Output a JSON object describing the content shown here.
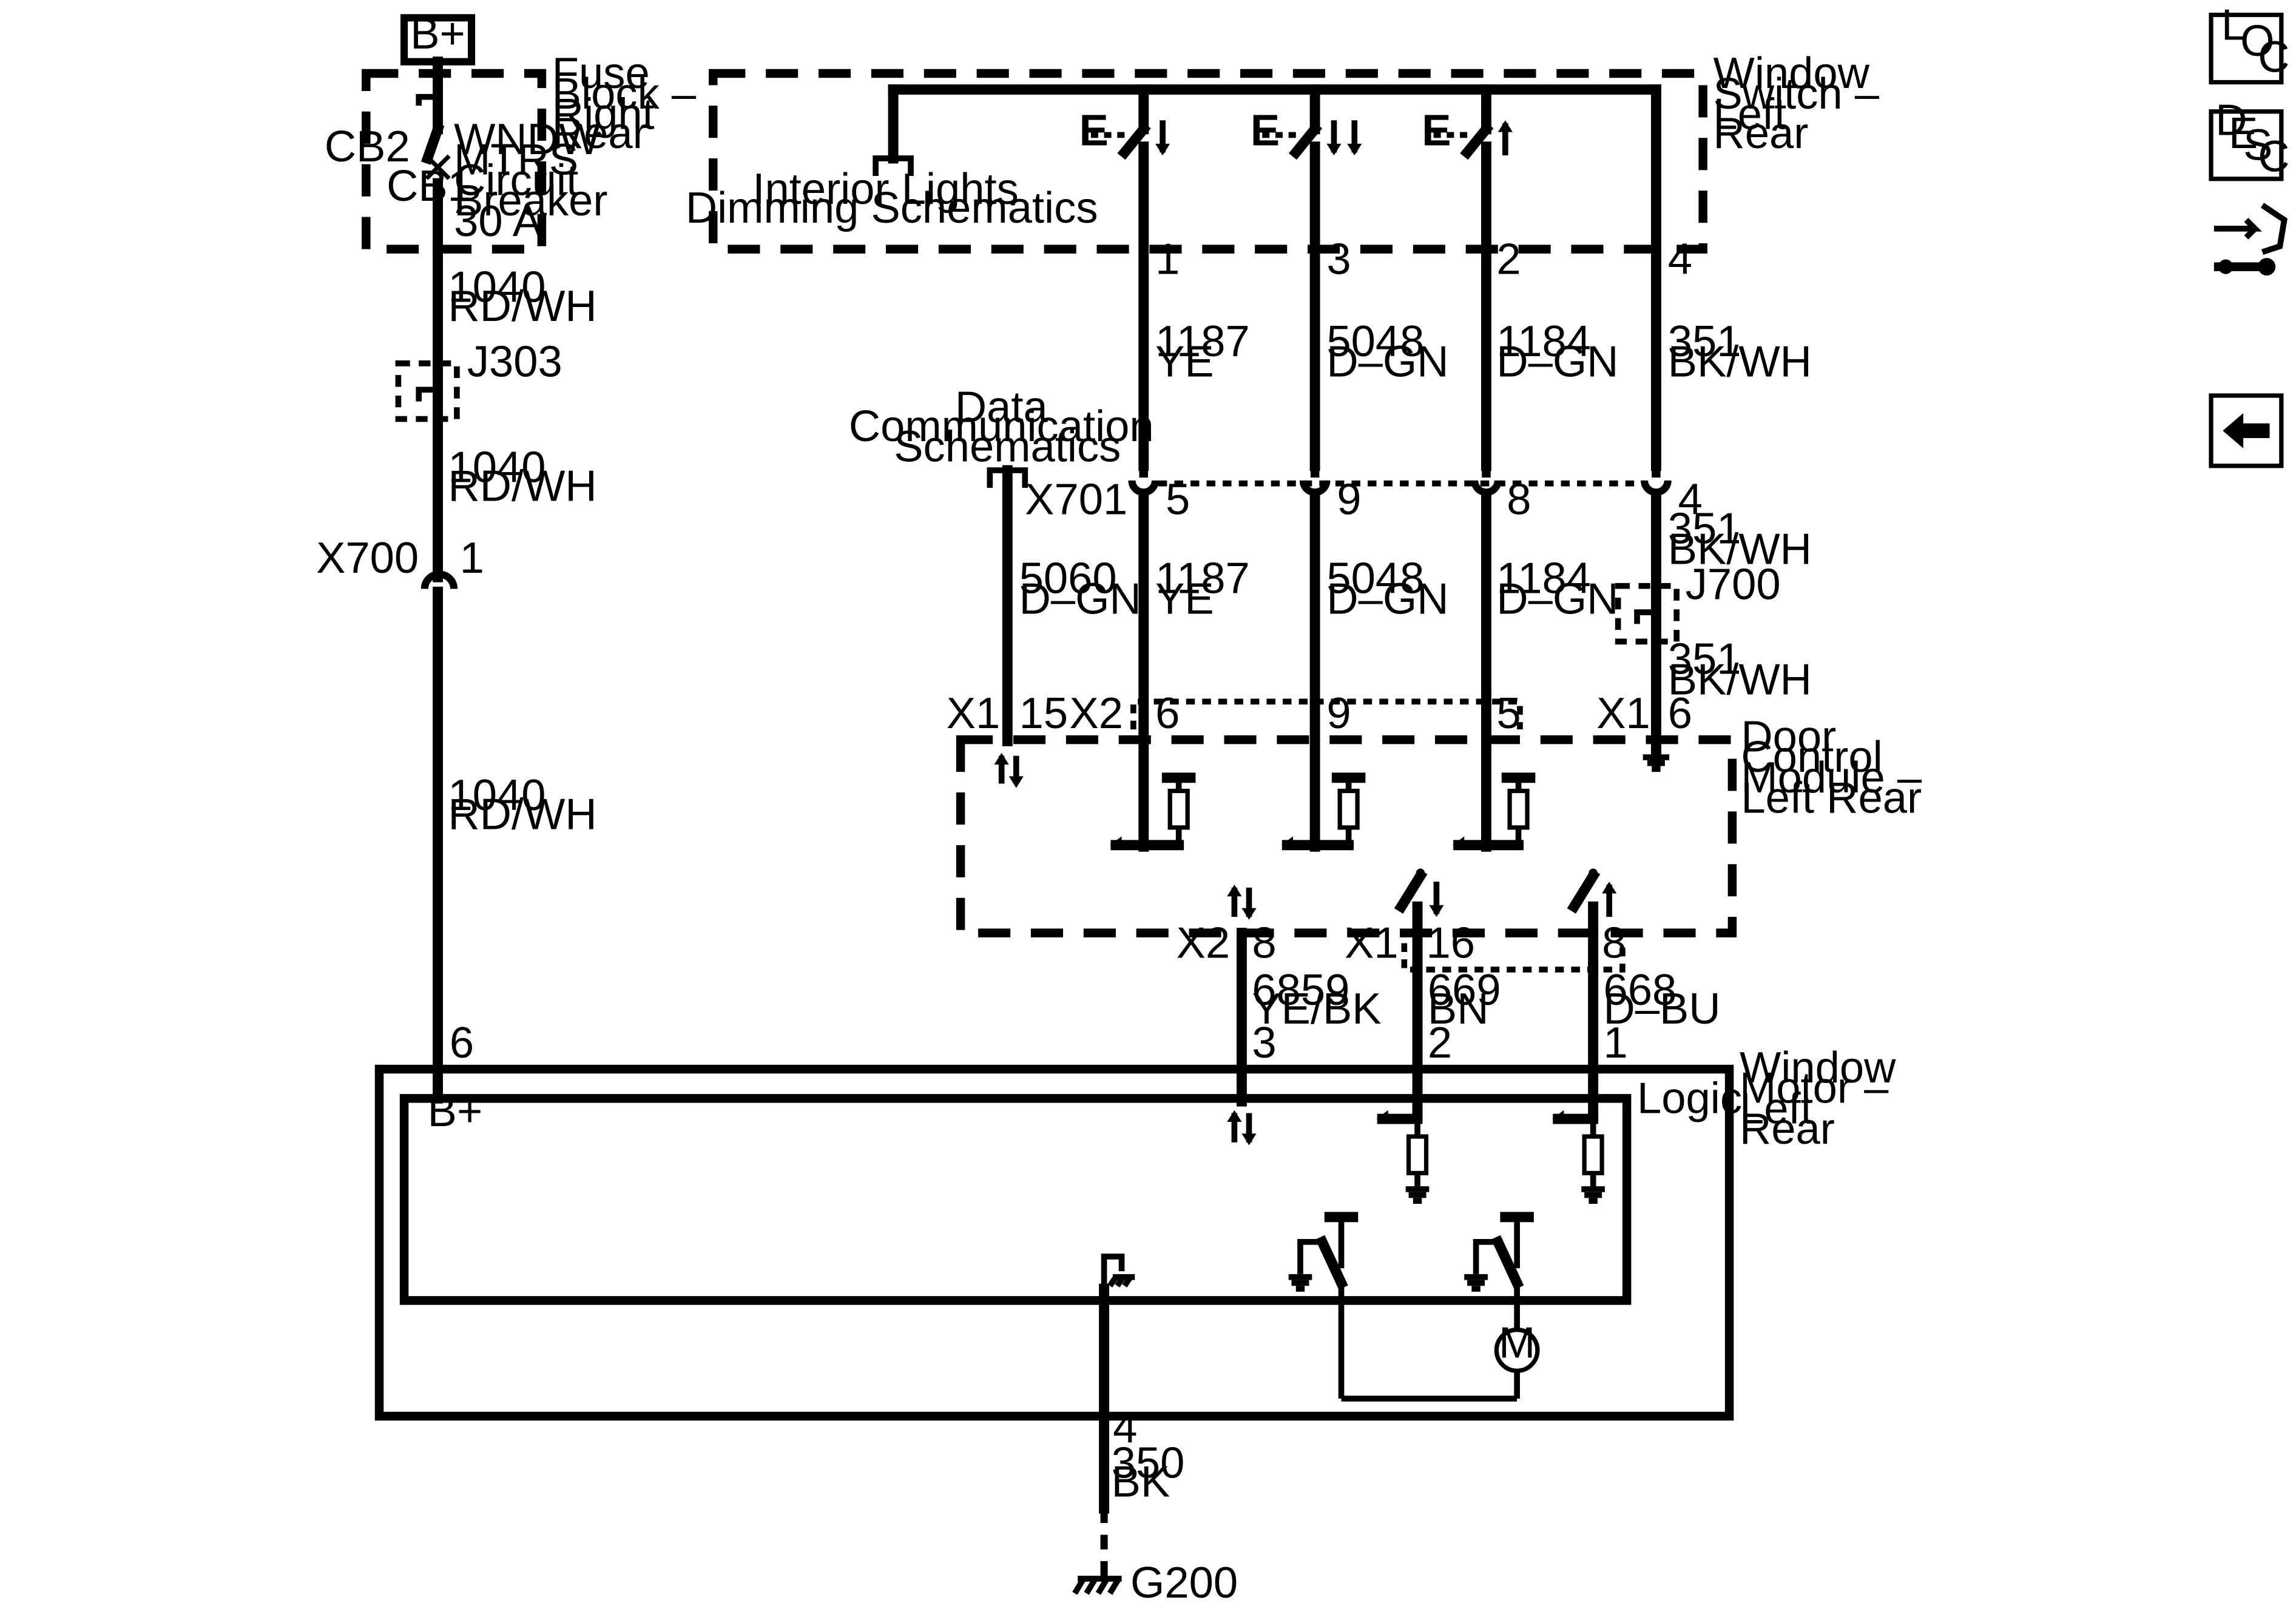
{
  "power": {
    "bplus": "B+"
  },
  "fuse_block": {
    "name": [
      "Fuse",
      "Block –",
      "Right",
      "Rear"
    ],
    "cb2": "CB2",
    "cb1": "CB1",
    "breaker": [
      "WNDW",
      "MTRS",
      "Circuit",
      "Breaker",
      "30 A"
    ]
  },
  "window_switch": {
    "name": [
      "Window",
      "Switch –",
      "Left",
      "Rear"
    ],
    "interior_ref": [
      "Interior Lights",
      "Dimming Schematics"
    ],
    "pins": [
      "1",
      "3",
      "2",
      "4"
    ],
    "wires": [
      {
        "circuit": "1187",
        "color": "YE"
      },
      {
        "circuit": "5048",
        "color": "D–GN"
      },
      {
        "circuit": "1184",
        "color": "D–GN"
      },
      {
        "circuit": "351",
        "color": "BK/WH"
      }
    ]
  },
  "left_circuit": {
    "wire1": {
      "circuit": "1040",
      "color": "RD/WH"
    },
    "splice": "J303",
    "wire2": {
      "circuit": "1040",
      "color": "RD/WH"
    },
    "connector": "X700",
    "connector_pin": "1",
    "wire3": {
      "circuit": "1040",
      "color": "RD/WH"
    }
  },
  "data_comm": {
    "ref": [
      "Data",
      "Communication",
      "Schematics"
    ],
    "wire": {
      "circuit": "5060",
      "color": "D–GN"
    }
  },
  "x701": {
    "name": "X701",
    "pins": [
      "5",
      "9",
      "8",
      "4"
    ],
    "wires": [
      {
        "circuit": "1187",
        "color": "YE"
      },
      {
        "circuit": "5048",
        "color": "D–GN"
      },
      {
        "circuit": "1184",
        "color": "D–GN"
      }
    ],
    "wire351a": {
      "circuit": "351",
      "color": "BK/WH"
    },
    "splice": "J700",
    "wire351b": {
      "circuit": "351",
      "color": "BK/WH"
    }
  },
  "door_module": {
    "name": [
      "Door",
      "Control",
      "Module –",
      "Left Rear"
    ],
    "top_x1_label": "X1",
    "top_x1_pin": "15",
    "top_x2_label": "X2",
    "top_x2_pins": [
      "6",
      "9",
      "5"
    ],
    "top_x1b_label": "X1",
    "top_x1b_pin": "6",
    "bottom_x2_label": "X2",
    "bottom_x2_pin": "8",
    "bottom_x1_label": "X1",
    "bottom_x1_pins": [
      "16",
      "8"
    ]
  },
  "motor_wires": [
    {
      "circuit": "6859",
      "color": "YE/BK"
    },
    {
      "circuit": "669",
      "color": "BN"
    },
    {
      "circuit": "668",
      "color": "D–BU"
    }
  ],
  "window_motor": {
    "name": [
      "Window",
      "Motor –",
      "Left",
      "Rear"
    ],
    "pins": [
      "6",
      "3",
      "2",
      "1",
      "4"
    ],
    "bplus": "B+",
    "logic": "Logic",
    "motor": "M"
  },
  "ground": {
    "wire": {
      "circuit": "350",
      "color": "BK"
    },
    "name": "G200"
  },
  "nav": {
    "loc": [
      "L",
      "O",
      "C"
    ],
    "desc": [
      "D",
      "E",
      "S",
      "C"
    ]
  }
}
